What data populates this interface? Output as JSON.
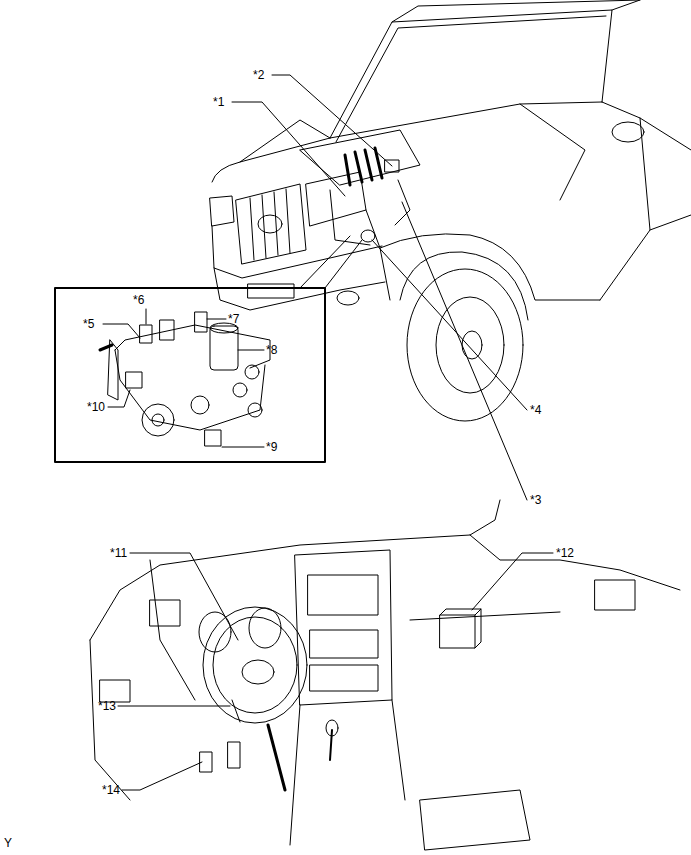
{
  "diagram": {
    "labels": [
      "*2",
      "*1",
      "*6",
      "*5",
      "*7",
      "*8",
      "*10",
      "*4",
      "*3",
      "*9",
      "*11",
      "*12",
      "*13",
      "*14",
      "Y"
    ]
  }
}
